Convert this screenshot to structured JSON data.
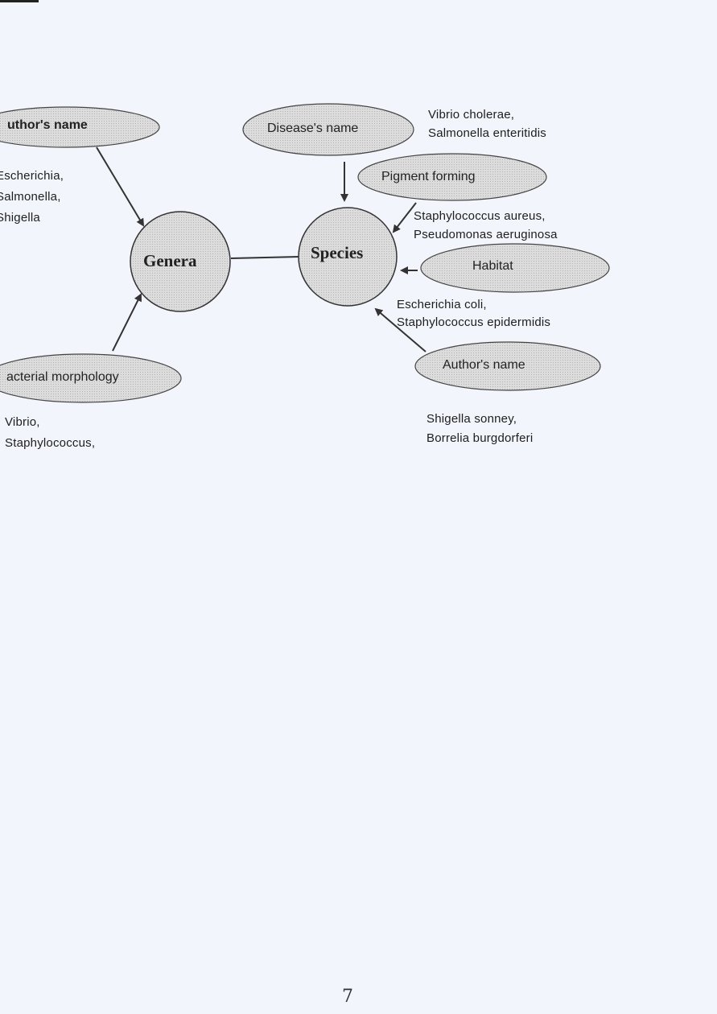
{
  "diagram": {
    "center_nodes": {
      "genera": "Genera",
      "species": "Species"
    },
    "genera_criteria": [
      {
        "name": "author",
        "label": "uthor's name",
        "examples": [
          "Escherichia,",
          "Salmonella,",
          "Shigella"
        ]
      },
      {
        "name": "morphology",
        "label": "acterial morphology",
        "examples": [
          "Vibrio,",
          "Staphylococcus,"
        ]
      }
    ],
    "species_criteria": [
      {
        "name": "disease",
        "label": "Disease's name",
        "examples": [
          "Vibrio cholerae,",
          "Salmonella enteritidis"
        ]
      },
      {
        "name": "pigment",
        "label": "Pigment forming",
        "examples": [
          "Staphylococcus aureus,",
          "Pseudomonas aeruginosa"
        ]
      },
      {
        "name": "habitat",
        "label": "Habitat",
        "examples": [
          "Escherichia coli,",
          "Staphylococcus epidermidis"
        ]
      },
      {
        "name": "author",
        "label": "Author's name",
        "examples": [
          "Shigella sonney,",
          "Borrelia burgdorferi"
        ]
      }
    ]
  },
  "page_number": "7",
  "colors": {
    "background": "#f2f5fb",
    "shape_fill": "#d9d9d9",
    "stroke": "#333333",
    "text": "#1e1e1e"
  }
}
